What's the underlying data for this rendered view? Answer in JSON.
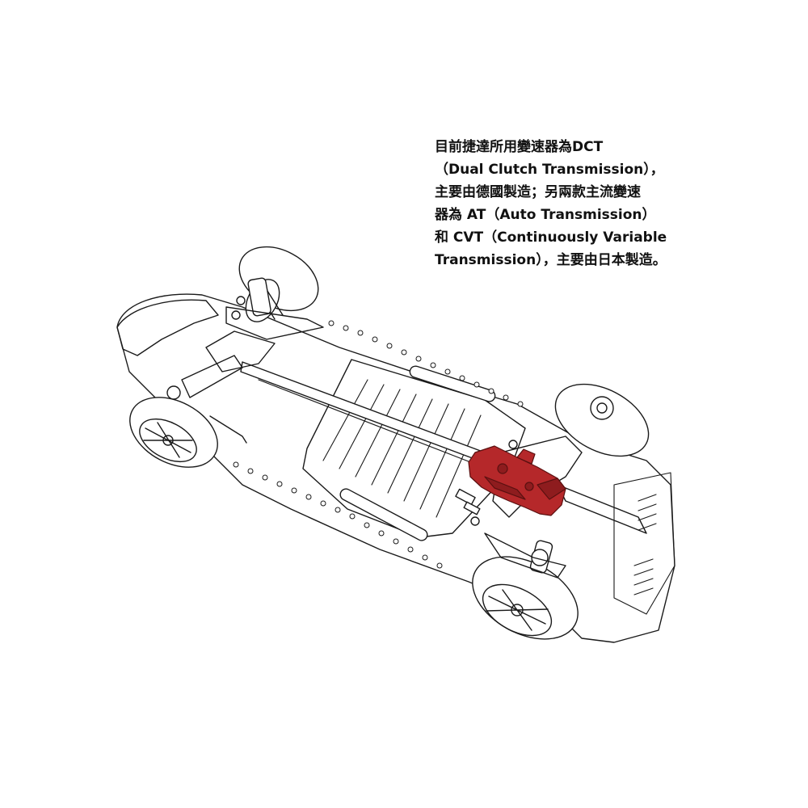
{
  "caption": {
    "lines": [
      "目前捷達所用變速器為DCT",
      "（Dual Clutch Transmission），",
      "主要由德國製造；另兩款主流變速",
      "器為 AT（Auto Transmission）",
      "和 CVT（Continuously Variable",
      "Transmission），主要由日本製造。"
    ]
  },
  "diagram": {
    "subject": "car chassis line drawing with highlighted transmission",
    "highlight_color": "#b5282a",
    "line_color": "#1a1a1a"
  }
}
